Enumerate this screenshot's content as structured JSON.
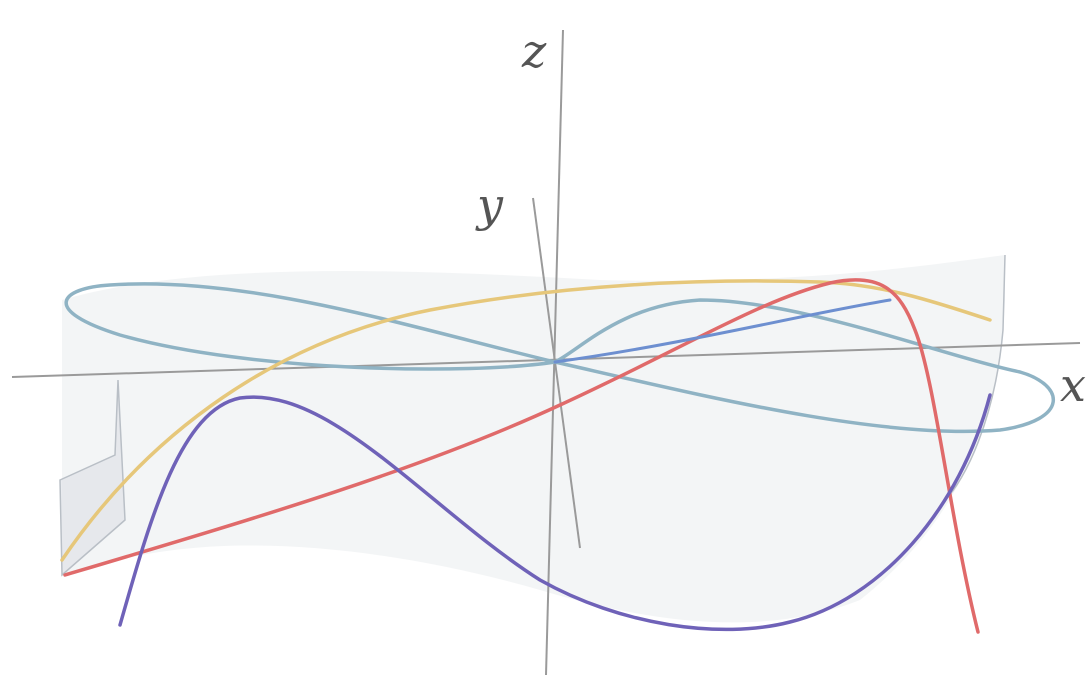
{
  "axes": {
    "x_label": "x",
    "y_label": "y",
    "z_label": "z"
  },
  "colors": {
    "axis": "#9a9a9a",
    "surface_fill": "#e9ecef",
    "surface_edge": "#b9bfc6",
    "curve_loop": "#8fb3c4",
    "curve_yellow": "#e6c77a",
    "curve_red": "#e06a6a",
    "curve_purple": "#6f62b8",
    "label_text": "#555555"
  },
  "curves": [
    {
      "name": "loop-curve",
      "color_key": "curve_loop"
    },
    {
      "name": "yellow-curve",
      "color_key": "curve_yellow"
    },
    {
      "name": "red-curve",
      "color_key": "curve_red"
    },
    {
      "name": "purple-curve",
      "color_key": "curve_purple"
    }
  ]
}
